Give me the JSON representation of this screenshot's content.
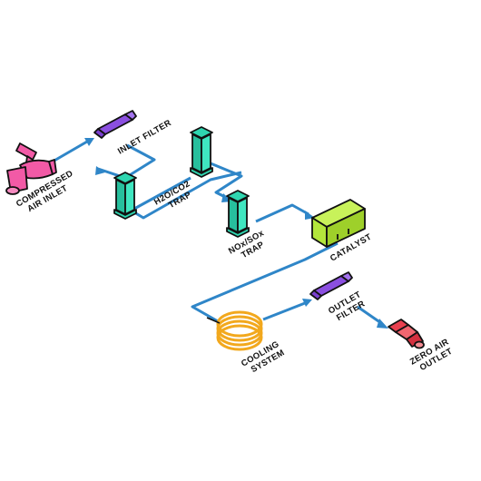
{
  "labels": {
    "compressed_air_inlet": [
      "COMPRESSED",
      "AIR INLET"
    ],
    "inlet_filter": "INLET FILTER",
    "h2o_co2_trap": [
      "H2O/CO2",
      "TRAP"
    ],
    "nox_sox_trap": [
      "NOx/SOx",
      "TRAP"
    ],
    "catalyst": "CATALYST",
    "cooling_system": [
      "COOLING",
      "SYSTEM"
    ],
    "outlet_filter": [
      "OUTLET",
      "FILTER"
    ],
    "zero_air_outlet": [
      "ZERO AIR",
      "OUTLET"
    ]
  },
  "colors": {
    "pipe": "#2f86c8",
    "inlet": "#f25aa6",
    "filter": "#8b4fe0",
    "trap": "#2fd6b0",
    "catalyst": "#b3e63c",
    "cooling": "#f2a81d",
    "outlet": "#e8404f",
    "outline": "#111111"
  },
  "icons": {
    "inlet": "faucet-icon",
    "filter": "filter-icon",
    "trap": "trap-column-icon",
    "catalyst": "catalyst-box-icon",
    "cooling": "coil-icon",
    "outlet": "outlet-nozzle-icon"
  }
}
